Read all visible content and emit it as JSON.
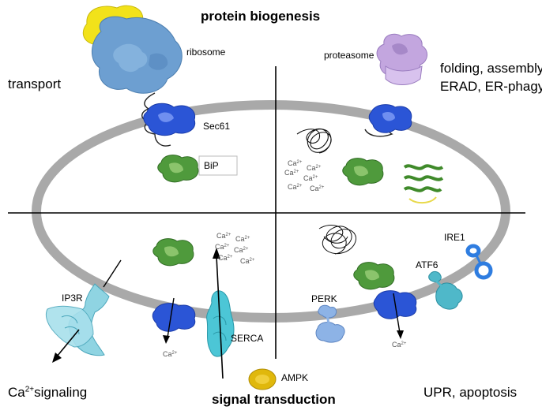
{
  "quadrant_titles": {
    "top": "protein biogenesis",
    "bottom": "signal transduction",
    "top_left": "transport",
    "top_right_lines": [
      "folding, assembly,",
      "ERAD, ER-phagy"
    ],
    "bottom_left_prefix": "Ca",
    "bottom_left_sup": "2+",
    "bottom_left_suffix": "signaling",
    "bottom_right": "UPR, apoptosis"
  },
  "labels": {
    "ribosome": "ribosome",
    "sec61": "Sec61",
    "bip": "BiP",
    "proteasome": "proteasome",
    "ip3r": "IP3R",
    "serca": "SERCA",
    "ampk": "AMPK",
    "perk": "PERK",
    "atf6": "ATF6",
    "ire1": "IRE1"
  },
  "ion": {
    "base": "Ca",
    "sup": "2+"
  },
  "colors": {
    "membrane": "#a9a9a9",
    "ribosome_yellow": "#f2e21a",
    "ribosome_blue": "#6d9fd1",
    "sec61_blue": "#2b55d6",
    "bip_green": "#4f9a3c",
    "proteasome_purple": "#c3a6df",
    "ip3r_cyan": "#8fd4e2",
    "serca_cyan": "#4cc6d6",
    "ampk_yellow": "#e0b80c",
    "ire1_blue": "#2f7de0",
    "perk_blue": "#8db3e6",
    "atf6_teal": "#4fb8c9"
  }
}
